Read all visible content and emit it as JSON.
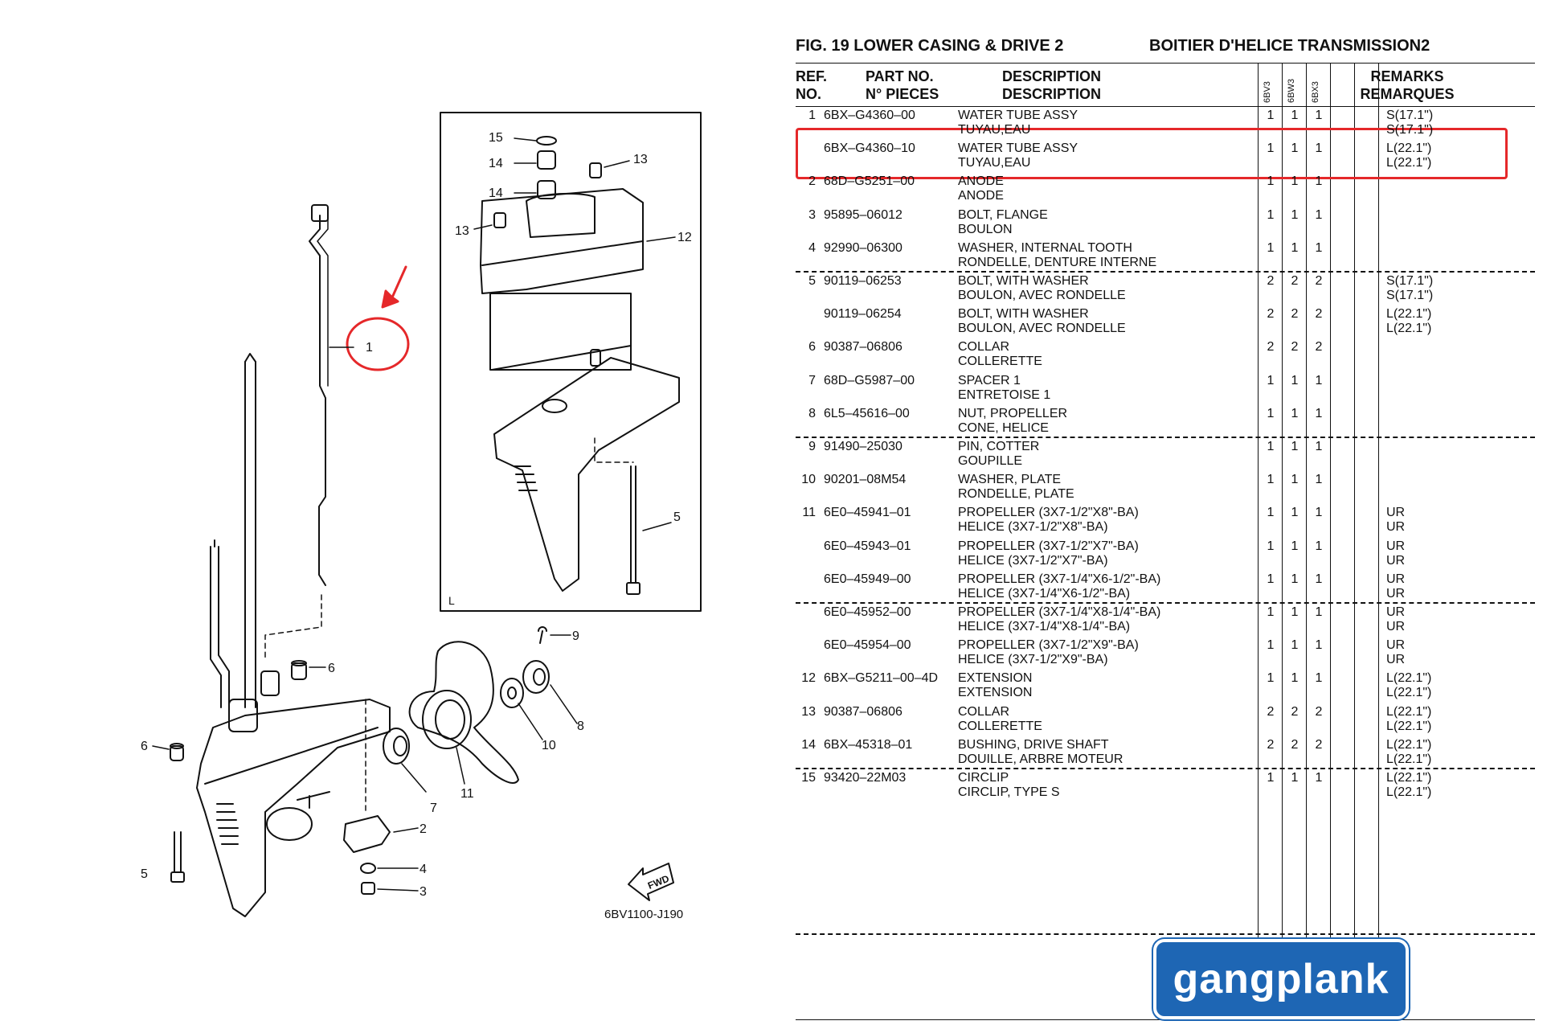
{
  "figure": {
    "title_en": "FIG.  19  LOWER CASING & DRIVE 2",
    "title_fr": "BOITIER D'HELICE TRANSMISSION2"
  },
  "headers": {
    "ref1": "REF.",
    "ref2": "NO.",
    "part1": "PART NO.",
    "part2": "N° PIECES",
    "desc1": "DESCRIPTION",
    "desc2": "DESCRIPTION",
    "model_cols": [
      "6BV3",
      "6BW3",
      "6BX3"
    ],
    "rem1": "REMARKS",
    "rem2": "REMARQUES"
  },
  "parts": [
    {
      "ref": "1",
      "part": "6BX–G4360–00",
      "desc_en": "WATER TUBE ASSY",
      "desc_fr": "TUYAU,EAU",
      "q": [
        "1",
        "1",
        "1"
      ],
      "r1": "S(17.1\")",
      "r2": "S(17.1\")"
    },
    {
      "ref": "",
      "part": "6BX–G4360–10",
      "desc_en": "WATER TUBE ASSY",
      "desc_fr": "TUYAU,EAU",
      "q": [
        "1",
        "1",
        "1"
      ],
      "r1": "L(22.1\")",
      "r2": "L(22.1\")"
    },
    {
      "ref": "2",
      "part": "68D–G5251–00",
      "desc_en": "ANODE",
      "desc_fr": "ANODE",
      "q": [
        "1",
        "1",
        "1"
      ],
      "r1": "",
      "r2": ""
    },
    {
      "ref": "3",
      "part": "95895–06012",
      "desc_en": "BOLT, FLANGE",
      "desc_fr": "BOULON",
      "q": [
        "1",
        "1",
        "1"
      ],
      "r1": "",
      "r2": ""
    },
    {
      "ref": "4",
      "part": "92990–06300",
      "desc_en": "WASHER, INTERNAL TOOTH",
      "desc_fr": "RONDELLE, DENTURE INTERNE",
      "q": [
        "1",
        "1",
        "1"
      ],
      "r1": "",
      "r2": ""
    },
    {
      "ref": "5",
      "part": "90119–06253",
      "desc_en": "BOLT, WITH WASHER",
      "desc_fr": "BOULON, AVEC RONDELLE",
      "q": [
        "2",
        "2",
        "2"
      ],
      "r1": "S(17.1\")",
      "r2": "S(17.1\")"
    },
    {
      "ref": "",
      "part": "90119–06254",
      "desc_en": "BOLT, WITH WASHER",
      "desc_fr": "BOULON, AVEC RONDELLE",
      "q": [
        "2",
        "2",
        "2"
      ],
      "r1": "L(22.1\")",
      "r2": "L(22.1\")"
    },
    {
      "ref": "6",
      "part": "90387–06806",
      "desc_en": "COLLAR",
      "desc_fr": "COLLERETTE",
      "q": [
        "2",
        "2",
        "2"
      ],
      "r1": "",
      "r2": ""
    },
    {
      "ref": "7",
      "part": "68D–G5987–00",
      "desc_en": "SPACER 1",
      "desc_fr": "ENTRETOISE 1",
      "q": [
        "1",
        "1",
        "1"
      ],
      "r1": "",
      "r2": ""
    },
    {
      "ref": "8",
      "part": "6L5–45616–00",
      "desc_en": "NUT, PROPELLER",
      "desc_fr": "CONE, HELICE",
      "q": [
        "1",
        "1",
        "1"
      ],
      "r1": "",
      "r2": ""
    },
    {
      "ref": "9",
      "part": "91490–25030",
      "desc_en": "PIN, COTTER",
      "desc_fr": "GOUPILLE",
      "q": [
        "1",
        "1",
        "1"
      ],
      "r1": "",
      "r2": ""
    },
    {
      "ref": "10",
      "part": "90201–08M54",
      "desc_en": "WASHER, PLATE",
      "desc_fr": "RONDELLE, PLATE",
      "q": [
        "1",
        "1",
        "1"
      ],
      "r1": "",
      "r2": ""
    },
    {
      "ref": "11",
      "part": "6E0–45941–01",
      "desc_en": "PROPELLER (3X7-1/2\"X8\"-BA)",
      "desc_fr": "HELICE (3X7-1/2\"X8\"-BA)",
      "q": [
        "1",
        "1",
        "1"
      ],
      "r1": "UR",
      "r2": "UR"
    },
    {
      "ref": "",
      "part": "6E0–45943–01",
      "desc_en": "PROPELLER (3X7-1/2\"X7\"-BA)",
      "desc_fr": "HELICE (3X7-1/2\"X7\"-BA)",
      "q": [
        "1",
        "1",
        "1"
      ],
      "r1": "UR",
      "r2": "UR"
    },
    {
      "ref": "",
      "part": "6E0–45949–00",
      "desc_en": "PROPELLER (3X7-1/4\"X6-1/2\"-BA)",
      "desc_fr": "HELICE (3X7-1/4\"X6-1/2\"-BA)",
      "q": [
        "1",
        "1",
        "1"
      ],
      "r1": "UR",
      "r2": "UR"
    },
    {
      "ref": "",
      "part": "6E0–45952–00",
      "desc_en": "PROPELLER (3X7-1/4\"X8-1/4\"-BA)",
      "desc_fr": "HELICE (3X7-1/4\"X8-1/4\"-BA)",
      "q": [
        "1",
        "1",
        "1"
      ],
      "r1": "UR",
      "r2": "UR"
    },
    {
      "ref": "",
      "part": "6E0–45954–00",
      "desc_en": "PROPELLER (3X7-1/2\"X9\"-BA)",
      "desc_fr": "HELICE (3X7-1/2\"X9\"-BA)",
      "q": [
        "1",
        "1",
        "1"
      ],
      "r1": "UR",
      "r2": "UR"
    },
    {
      "ref": "12",
      "part": "6BX–G5211–00–4D",
      "desc_en": "EXTENSION",
      "desc_fr": "EXTENSION",
      "q": [
        "1",
        "1",
        "1"
      ],
      "r1": "L(22.1\")",
      "r2": "L(22.1\")"
    },
    {
      "ref": "13",
      "part": "90387–06806",
      "desc_en": "COLLAR",
      "desc_fr": "COLLERETTE",
      "q": [
        "2",
        "2",
        "2"
      ],
      "r1": "L(22.1\")",
      "r2": "L(22.1\")"
    },
    {
      "ref": "14",
      "part": "6BX–45318–01",
      "desc_en": "BUSHING, DRIVE SHAFT",
      "desc_fr": "DOUILLE, ARBRE MOTEUR",
      "q": [
        "2",
        "2",
        "2"
      ],
      "r1": "L(22.1\")",
      "r2": "L(22.1\")"
    },
    {
      "ref": "15",
      "part": "93420–22M03",
      "desc_en": "CIRCLIP",
      "desc_fr": "CIRCLIP, TYPE S",
      "q": [
        "1",
        "1",
        "1"
      ],
      "r1": "L(22.1\")",
      "r2": "L(22.1\")"
    }
  ],
  "diagram": {
    "code": "6BV1100-J190",
    "inset_label": "L",
    "fwd": "FWD",
    "callouts": [
      "1",
      "2",
      "3",
      "4",
      "5",
      "6",
      "6",
      "7",
      "8",
      "9",
      "10",
      "11",
      "5",
      "12",
      "13",
      "13",
      "14",
      "14",
      "15"
    ]
  },
  "logo": {
    "text": "gangplank"
  },
  "colors": {
    "highlight": "#e5282a",
    "logo_bg": "#1e66b4",
    "ink": "#111111"
  }
}
